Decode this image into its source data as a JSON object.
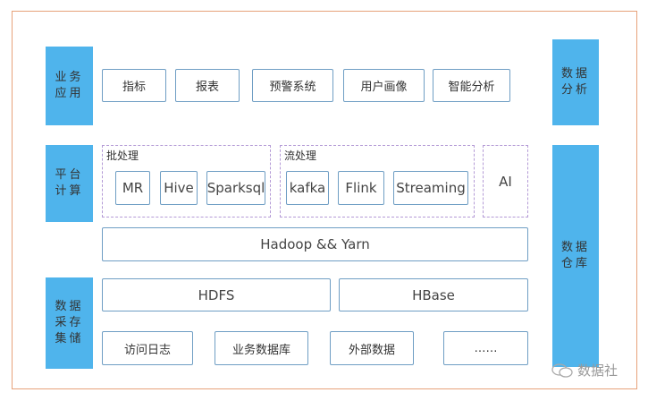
{
  "left_labels": [
    "业务\n应用",
    "平台\n计算",
    "数据\n采存\n集储"
  ],
  "right_labels": [
    "数据\n分析",
    "数据\n仓库"
  ],
  "apps": [
    "指标",
    "报表",
    "预警系统",
    "用户画像",
    "智能分析"
  ],
  "batch": {
    "label": "批处理",
    "items": [
      "MR",
      "Hive",
      "Sparksql"
    ]
  },
  "stream": {
    "label": "流处理",
    "items": [
      "kafka",
      "Flink",
      "Streaming"
    ]
  },
  "ai": "AI",
  "hadoop": "Hadoop && Yarn",
  "storage": [
    "HDFS",
    "HBase"
  ],
  "sources": [
    "访问日志",
    "业务数据库",
    "外部数据",
    "……"
  ],
  "watermark": "数据社",
  "colors": {
    "blue": "#4fb4ec",
    "frame": "#e7a27a",
    "dash": "#b49bd6",
    "box": "#6f9ec4"
  }
}
